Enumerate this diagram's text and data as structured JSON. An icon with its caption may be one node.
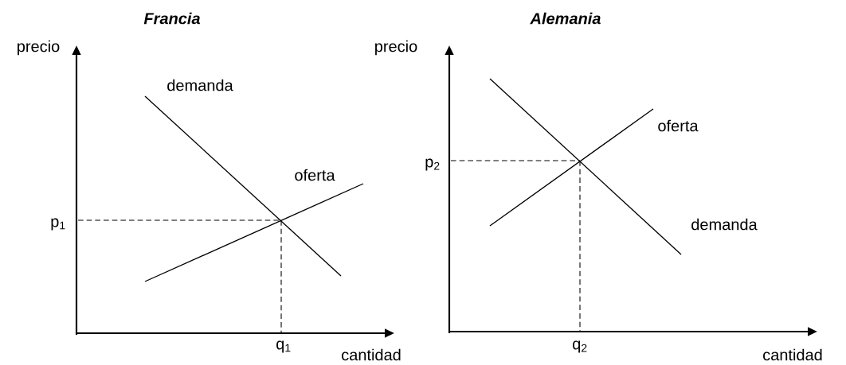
{
  "diagram": {
    "labels": [
      "Francia",
      "precio",
      "demanda",
      "oferta",
      "p$_{1}$",
      "q$_{1}$",
      "cantidad",
      "Alemania",
      "precio",
      "oferta",
      "p$_{2}$",
      "demanda",
      "q$_{2}$",
      "cantidad"
    ]
  }
}
